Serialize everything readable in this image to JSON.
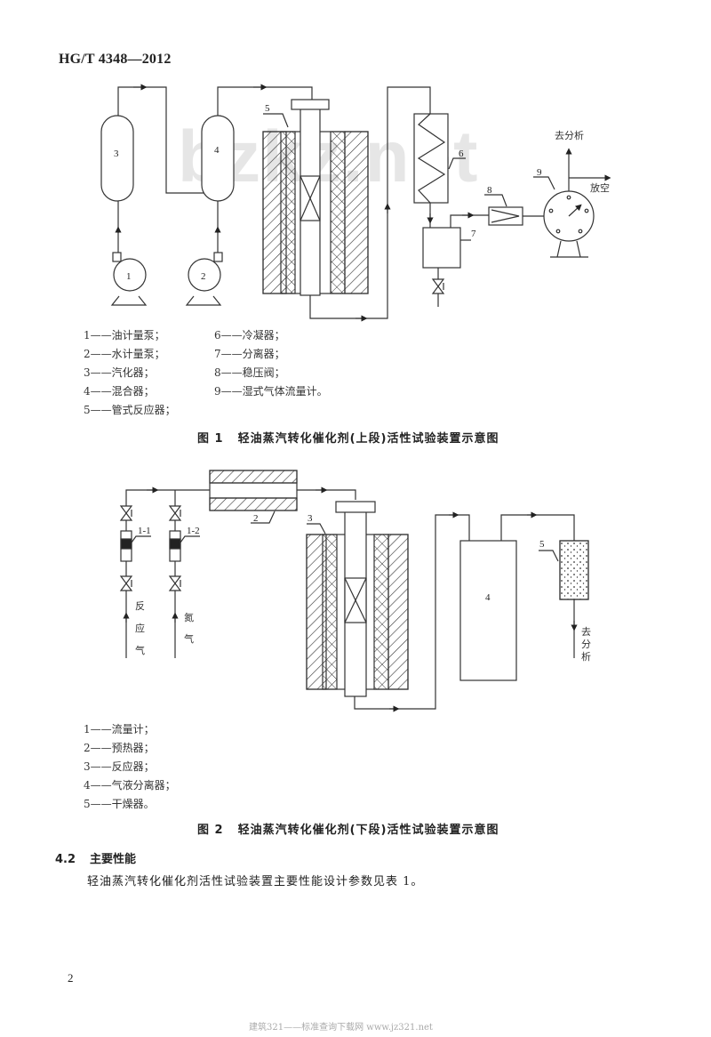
{
  "header": {
    "standard_id": "HG/T 4348—2012"
  },
  "watermark": "bzkz.net",
  "figure1": {
    "number": "图 1",
    "title": "轻油蒸汽转化催化剂(上段)活性试验装置示意图",
    "labels": {
      "n1": "1",
      "n2": "2",
      "n3": "3",
      "n4": "4",
      "n5": "5",
      "n6": "6",
      "n7": "7",
      "n8": "8",
      "n9": "9",
      "to_analysis": "去分析",
      "vent": "放空"
    },
    "legend": [
      {
        "num": "1",
        "text": "油计量泵；"
      },
      {
        "num": "2",
        "text": "水计量泵；"
      },
      {
        "num": "3",
        "text": "汽化器；"
      },
      {
        "num": "4",
        "text": "混合器；"
      },
      {
        "num": "5",
        "text": "管式反应器；"
      },
      {
        "num": "6",
        "text": "冷凝器；"
      },
      {
        "num": "7",
        "text": "分离器；"
      },
      {
        "num": "8",
        "text": "稳压阀；"
      },
      {
        "num": "9",
        "text": "湿式气体流量计。"
      }
    ]
  },
  "figure2": {
    "number": "图 2",
    "title": "轻油蒸汽转化催化剂(下段)活性试验装置示意图",
    "labels": {
      "n1_1": "1-1",
      "n1_2": "1-2",
      "n2": "2",
      "n3": "3",
      "n4": "4",
      "n5": "5",
      "reaction_gas": [
        "反",
        "应",
        "气"
      ],
      "nitrogen": [
        "氮",
        "气"
      ],
      "to_analysis": [
        "去",
        "分",
        "析"
      ]
    },
    "legend": [
      {
        "num": "1",
        "text": "流量计；"
      },
      {
        "num": "2",
        "text": "预热器；"
      },
      {
        "num": "3",
        "text": "反应器；"
      },
      {
        "num": "4",
        "text": "气液分离器；"
      },
      {
        "num": "5",
        "text": "干燥器。"
      }
    ]
  },
  "section": {
    "number": "4.2",
    "title": "主要性能",
    "paragraph": "轻油蒸汽转化催化剂活性试验装置主要性能设计参数见表 1。"
  },
  "page_number": "2",
  "footer": "建筑321——标准查询下载网    www.jz321.net"
}
